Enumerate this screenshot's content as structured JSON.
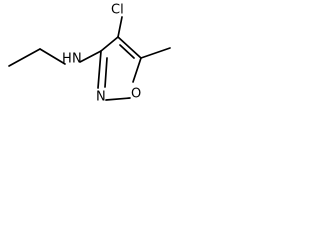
{
  "molecule": {
    "atoms": {
      "chlorine": "Cl",
      "amine_n": "N",
      "amine_h": "H",
      "ring_n": "N",
      "ring_o": "O"
    }
  },
  "colors": {
    "bond": "#000000",
    "text": "#000000",
    "background": "#ffffff"
  }
}
